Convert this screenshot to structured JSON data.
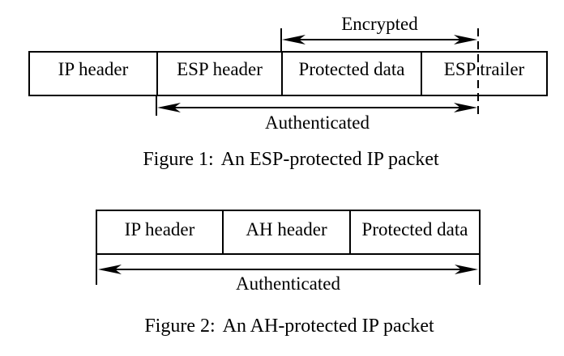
{
  "colors": {
    "ink": "#000000",
    "paper": "#ffffff"
  },
  "figure1": {
    "cells": [
      {
        "label": "IP header"
      },
      {
        "label": "ESP header"
      },
      {
        "label": "Protected data"
      },
      {
        "label": "ESP trailer"
      }
    ],
    "encrypted_label": "Encrypted",
    "authenticated_label": "Authenticated",
    "caption": {
      "label": "Figure 1:",
      "title": "An ESP-protected IP packet"
    }
  },
  "figure2": {
    "cells": [
      {
        "label": "IP header"
      },
      {
        "label": "AH header"
      },
      {
        "label": "Protected data"
      }
    ],
    "authenticated_label": "Authenticated",
    "caption": {
      "label": "Figure 2:",
      "title": "An AH-protected IP packet"
    }
  }
}
